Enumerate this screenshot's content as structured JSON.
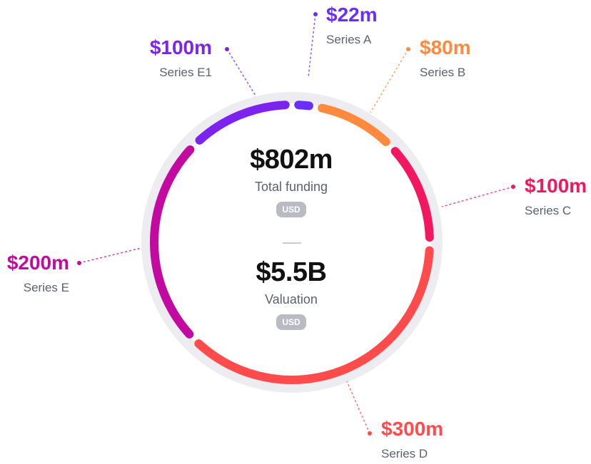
{
  "chart_data": {
    "type": "pie",
    "style": "donut",
    "slices": [
      {
        "amount": "$22m",
        "label": "Series A",
        "value": 22,
        "color": "#6a2ff7"
      },
      {
        "amount": "$80m",
        "label": "Series B",
        "value": 80,
        "color": "#ff8a3d"
      },
      {
        "amount": "$100m",
        "label": "Series C",
        "value": 100,
        "color": "#f2175e"
      },
      {
        "amount": "$300m",
        "label": "Series D",
        "value": 300,
        "color": "#ff4b4b"
      },
      {
        "amount": "$200m",
        "label": "Series E",
        "value": 200,
        "color": "#c30aa0"
      },
      {
        "amount": "$100m",
        "label": "Series E1",
        "value": 100,
        "color": "#7d23f0"
      }
    ]
  },
  "summary": {
    "total_value": "$802m",
    "total_label": "Total funding",
    "total_currency": "USD",
    "valuation_value": "$5.5B",
    "valuation_label": "Valuation",
    "valuation_currency": "USD"
  }
}
